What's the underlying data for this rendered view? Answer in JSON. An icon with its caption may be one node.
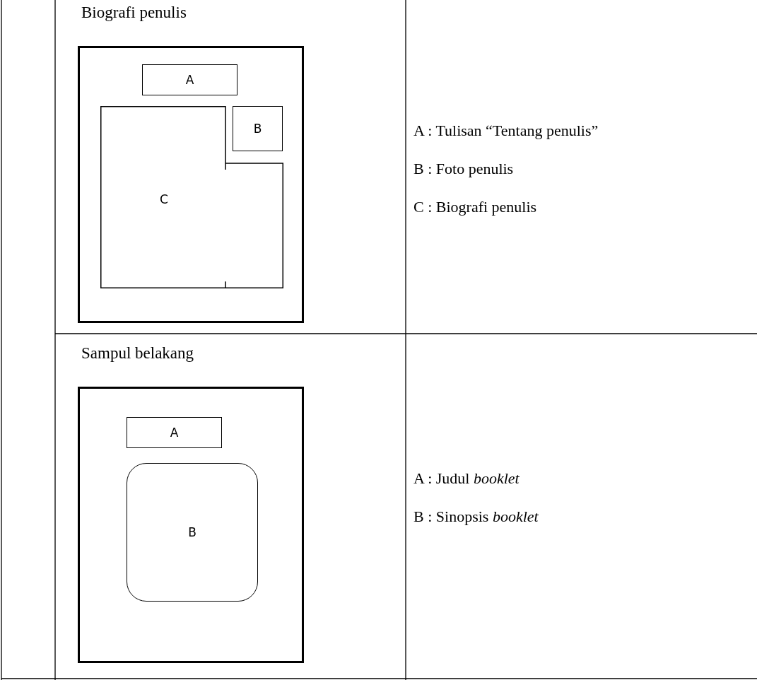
{
  "diagram": {
    "nodes": [
      {
        "text": [
          "Biografi penulis"
        ]
      },
      {
        "text": [
          "A"
        ],
        "in": 0
      },
      {
        "text": [
          "B"
        ],
        "in": 0
      },
      {
        "text": [
          "C"
        ],
        "in": 0
      },
      {
        "text": [
          "Sampul belakang"
        ]
      },
      {
        "text": [
          "A"
        ],
        "in": 4
      },
      {
        "text": [
          "B"
        ],
        "in": 4
      }
    ],
    "labels": [
      "A : Tulisan “Tentang penulis”",
      "B : Foto penulis",
      "C : Biografi penulis",
      "A : Judul *booklet*",
      "B : Sinopsis *booklet*"
    ]
  }
}
